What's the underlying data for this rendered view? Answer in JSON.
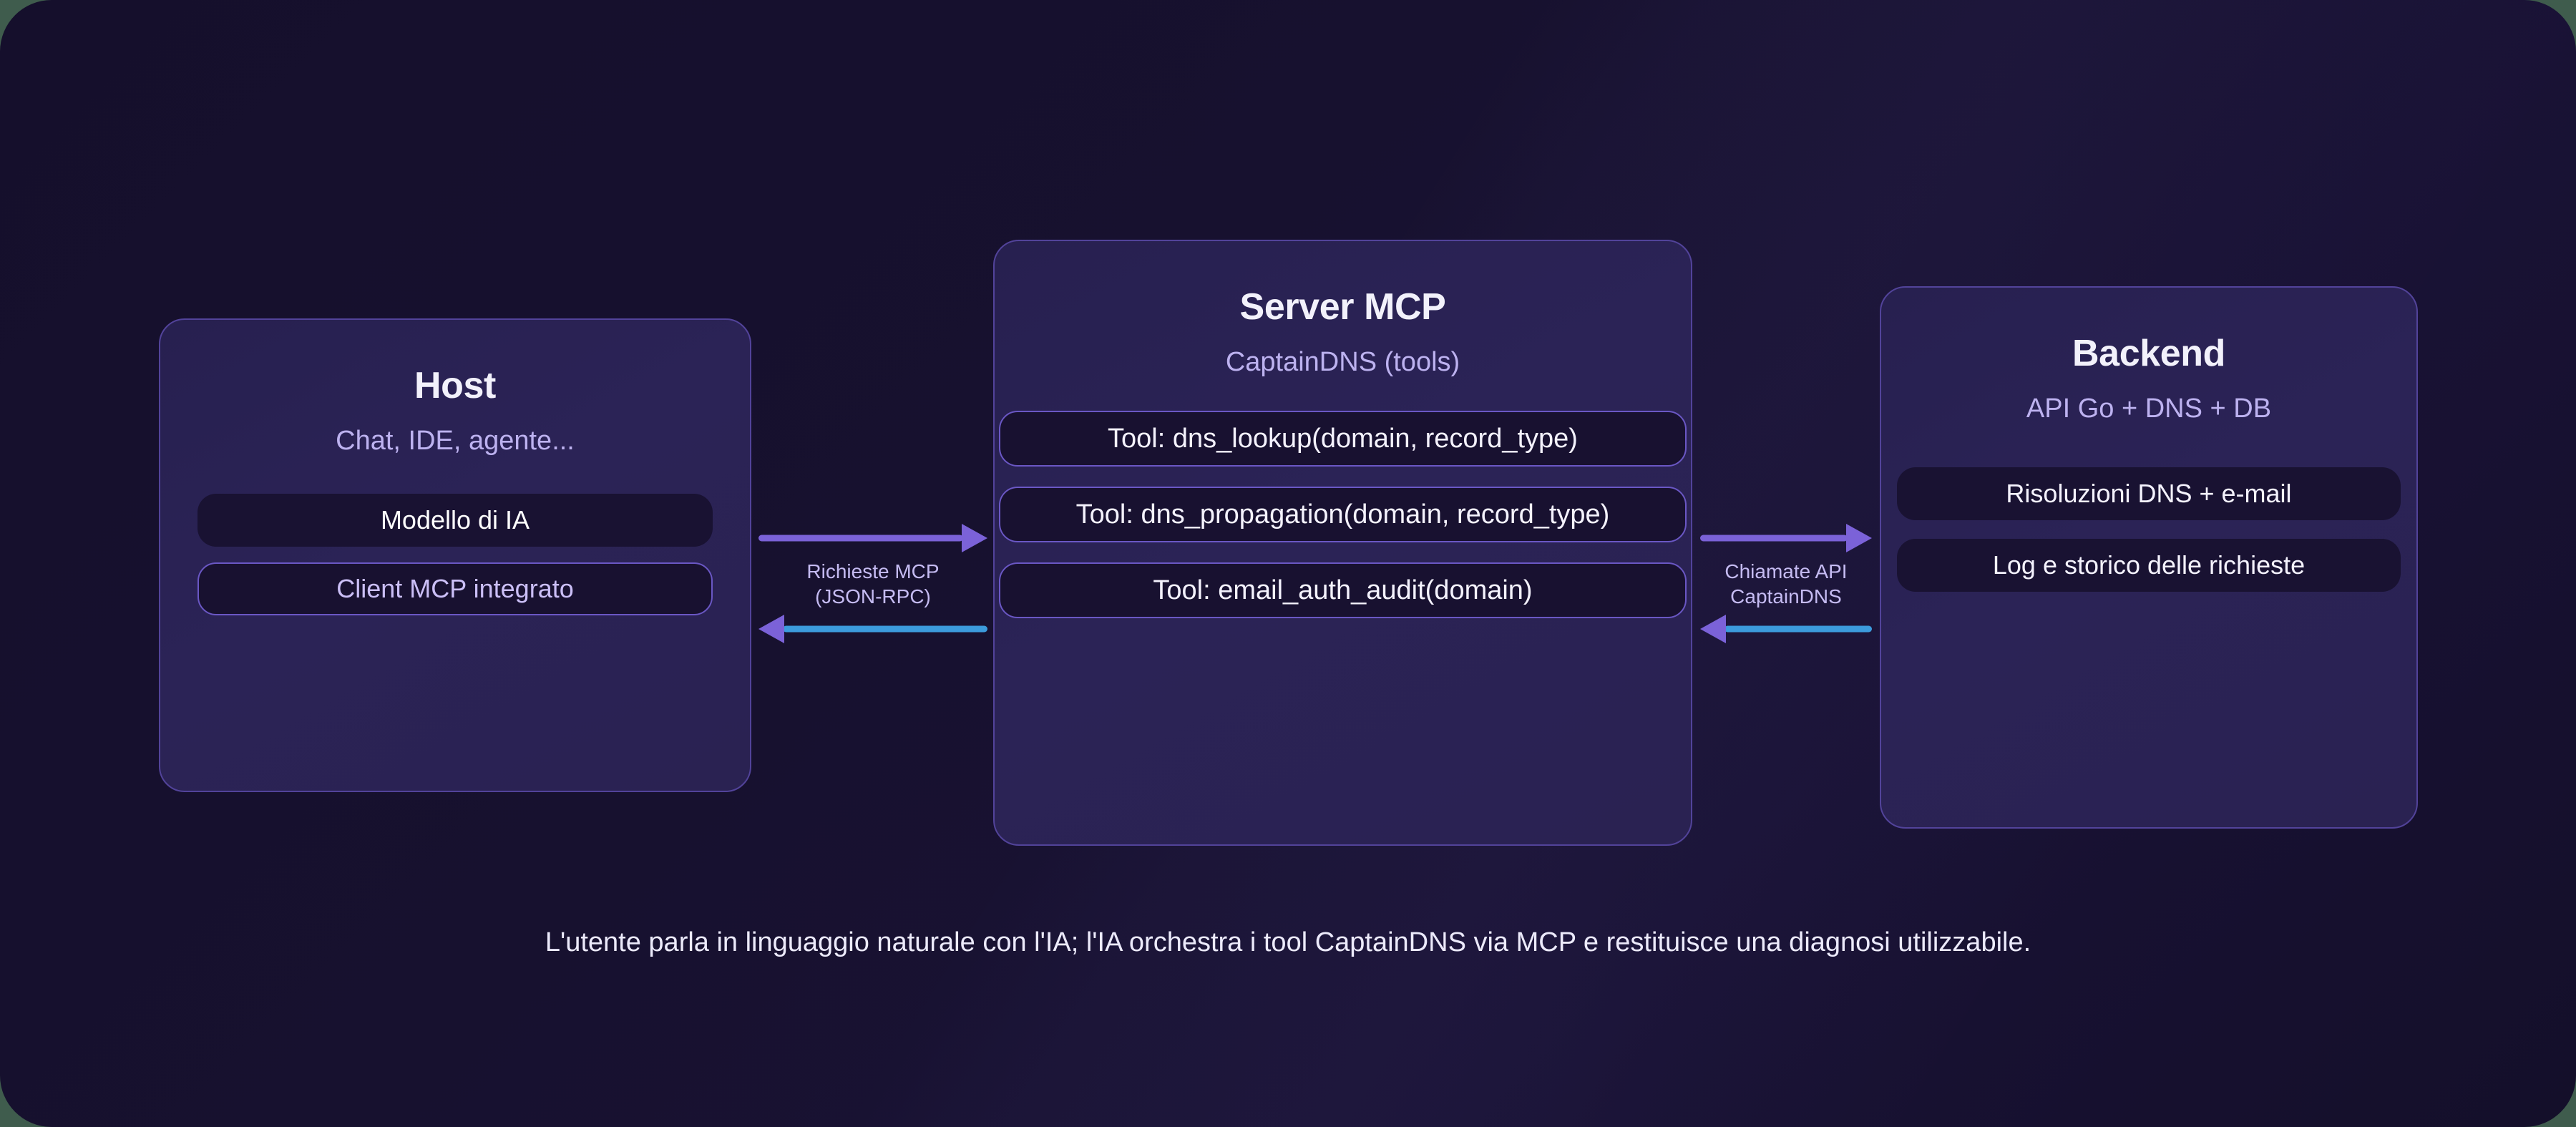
{
  "canvas": {
    "background_dark": "#150f2c",
    "accent_purple": "#7b62d8",
    "accent_blue": "#3c9bdc",
    "border_purple": "#52439a"
  },
  "nodes": [
    {
      "id": "host",
      "title": "Host",
      "subtitle": "Chat, IDE, agente...",
      "pills": [
        {
          "label": "Modello di IA",
          "style": "solid"
        },
        {
          "label": "Client MCP integrato",
          "style": "outline"
        }
      ]
    },
    {
      "id": "server",
      "title": "Server MCP",
      "subtitle": "CaptainDNS (tools)",
      "pills": [
        {
          "label": "Tool: dns_lookup(domain, record_type)",
          "style": "outline"
        },
        {
          "label": "Tool: dns_propagation(domain, record_type)",
          "style": "outline"
        },
        {
          "label": "Tool: email_auth_audit(domain)",
          "style": "outline"
        }
      ]
    },
    {
      "id": "backend",
      "title": "Backend",
      "subtitle": "API Go + DNS + DB",
      "pills": [
        {
          "label": "Risoluzioni DNS + e-mail",
          "style": "solid"
        },
        {
          "label": "Log e storico delle richieste",
          "style": "solid"
        }
      ]
    }
  ],
  "connectors": [
    {
      "id": "host-server",
      "label_line1": "Richieste MCP",
      "label_line2": "(JSON-RPC)",
      "forward_direction": "right",
      "back_direction": "left"
    },
    {
      "id": "server-backend",
      "label_line1": "Chiamate API",
      "label_line2": "CaptainDNS",
      "forward_direction": "right",
      "back_direction": "left"
    }
  ],
  "caption": "L'utente parla in linguaggio naturale con l'IA; l'IA orchestra i tool CaptainDNS via MCP e restituisce una diagnosi utilizzabile."
}
